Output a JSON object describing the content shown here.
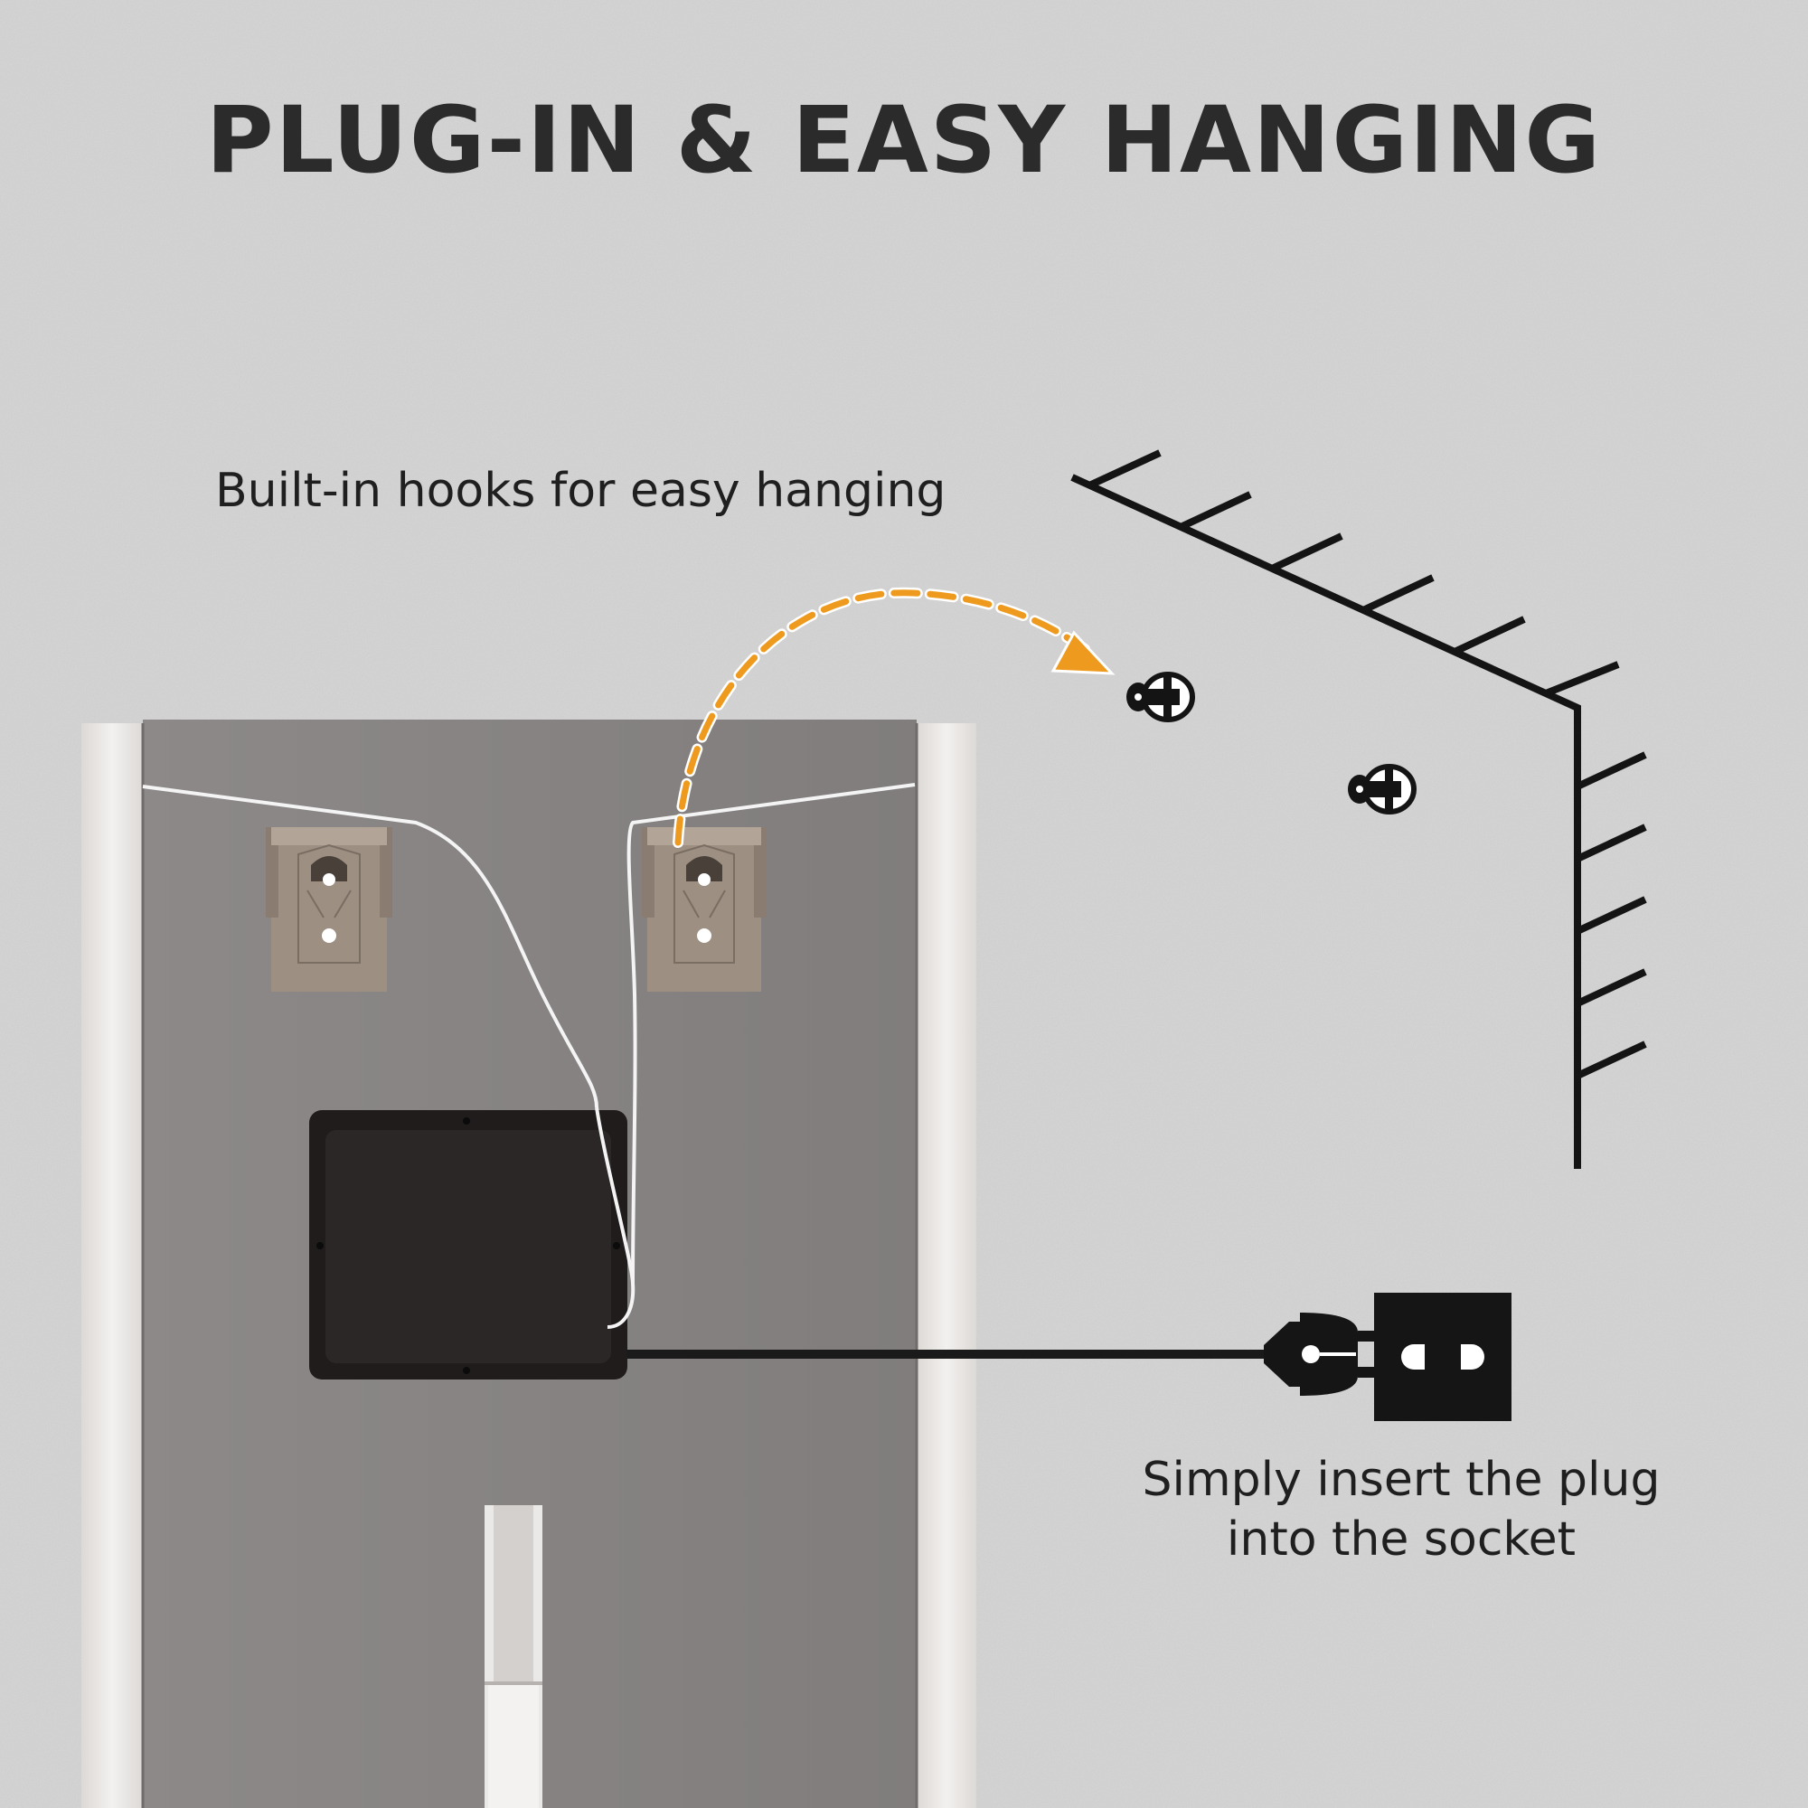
{
  "headline": "PLUG-IN & EASY HANGING",
  "callouts": {
    "hooks": "Built-in hooks for easy hanging",
    "plug_line1": "Simply insert the plug",
    "plug_line2": "into the socket"
  },
  "icons": {
    "mirror": "mirror-back-panel",
    "hook_bracket": "hook-bracket-icon",
    "driver_box": "power-box-icon",
    "wall_screw": "screw-icon",
    "plug": "plug-icon",
    "socket": "socket-icon",
    "arrow": "dashed-arrow-icon"
  },
  "colors": {
    "background": "#cbcbcb",
    "panel": "#8a8786",
    "frame": "#eeecea",
    "bracket": "#9d8f82",
    "box": "#1f1c1b",
    "accent_arrow": "#ee9a1e",
    "ink": "#1f1f1f"
  }
}
